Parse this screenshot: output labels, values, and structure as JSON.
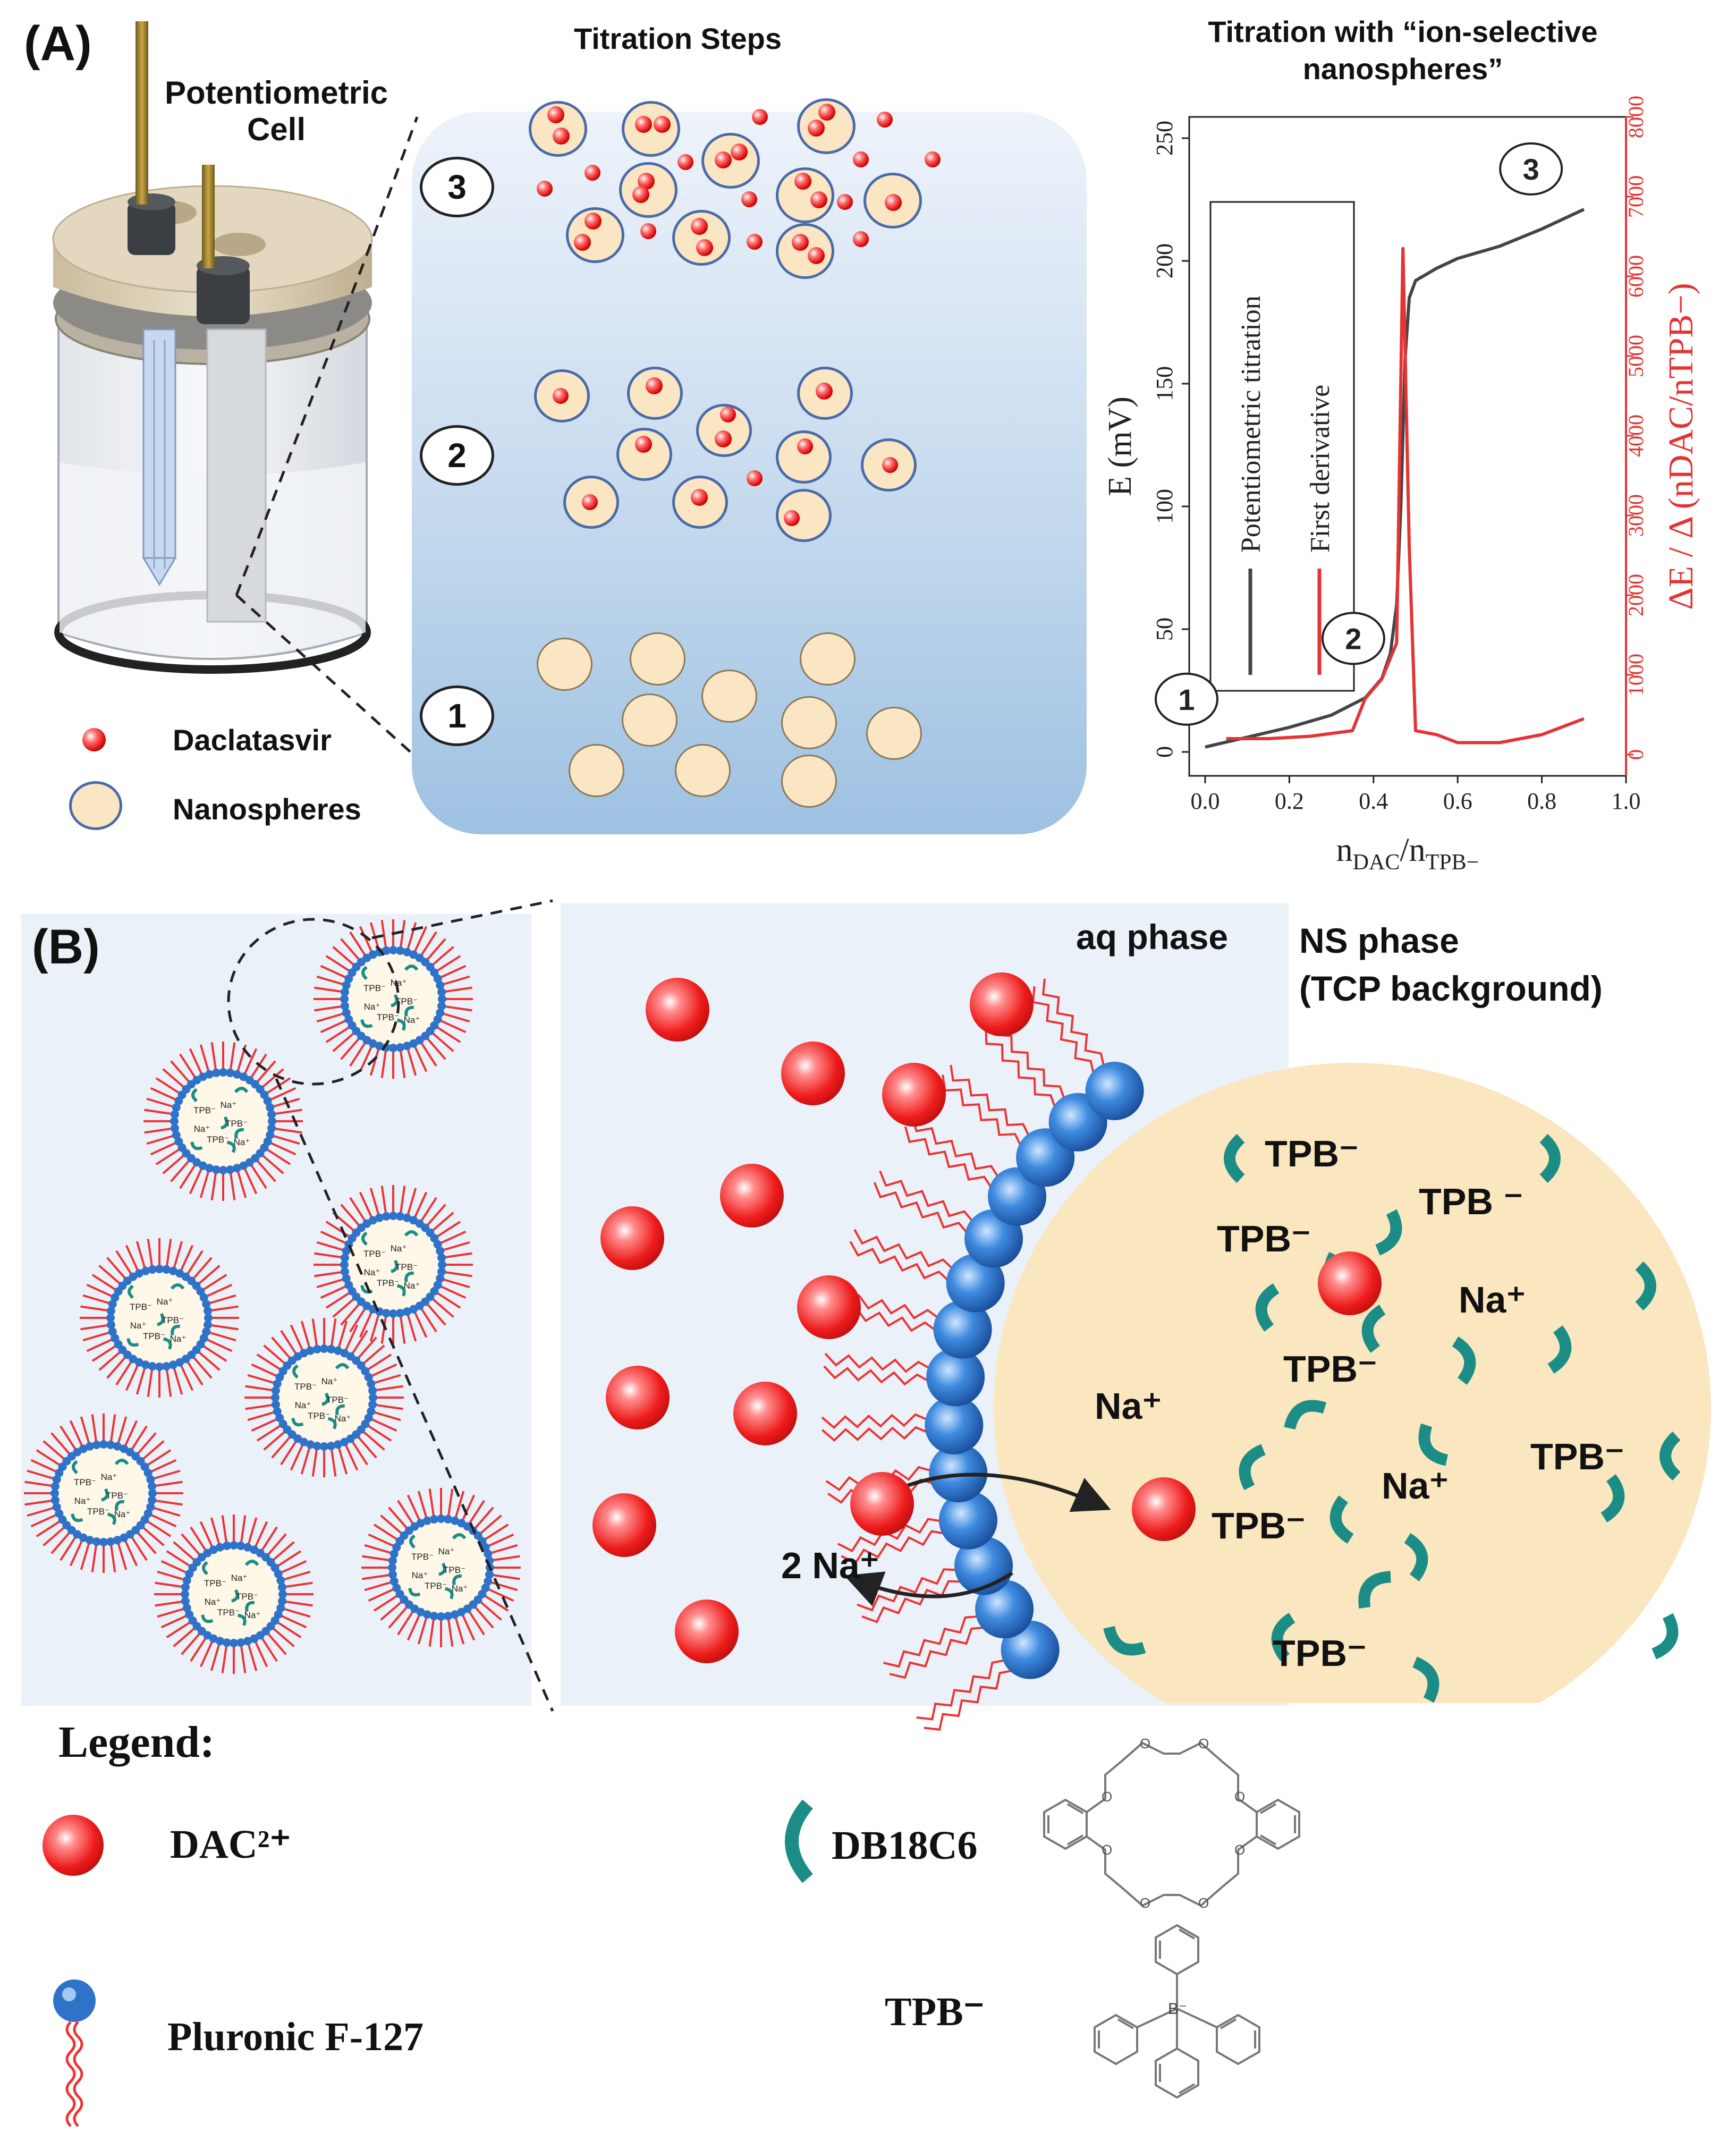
{
  "panel_a": {
    "label": "(A)",
    "cell_label_line1": "Potentiometric",
    "cell_label_line2": "Cell",
    "steps_title": "Titration Steps",
    "step_numbers": [
      "3",
      "2",
      "1"
    ],
    "legend": {
      "daclatasvir": "Daclatasvir",
      "nanospheres": "Nanospheres"
    },
    "chart_title_line1": "Titration with “ion-selective",
    "chart_title_line2": "nanospheres”"
  },
  "chart_data": {
    "type": "line",
    "title": "Titration with “ion-selective nanospheres”",
    "xlabel": "nDAC/nTPB−",
    "ylabel": "E (mV)",
    "y2label": "ΔE / Δ (nDAC/nTPB−)",
    "xlim": [
      0.0,
      1.0
    ],
    "ylim": [
      0,
      250
    ],
    "y2lim": [
      0,
      8000
    ],
    "x_ticks": [
      "0.0",
      "0.2",
      "0.4",
      "0.6",
      "0.8",
      "1.0"
    ],
    "y_ticks": [
      "0",
      "50",
      "100",
      "150",
      "200",
      "250"
    ],
    "y2_ticks": [
      "0",
      "1000",
      "2000",
      "3000",
      "4000",
      "5000",
      "6000",
      "7000",
      "8000"
    ],
    "legend_position": "top-left (rotated)",
    "point_labels": [
      "1",
      "2",
      "3"
    ],
    "series": [
      {
        "name": "Potentiometric titration",
        "axis": "left",
        "color": "#444444",
        "x": [
          0.0,
          0.1,
          0.2,
          0.3,
          0.38,
          0.42,
          0.44,
          0.455,
          0.465,
          0.475,
          0.485,
          0.5,
          0.55,
          0.6,
          0.7,
          0.8,
          0.9
        ],
        "y": [
          2,
          6,
          10,
          15,
          22,
          30,
          40,
          60,
          100,
          160,
          185,
          192,
          197,
          201,
          206,
          213,
          221
        ]
      },
      {
        "name": "First derivative",
        "axis": "right",
        "color": "#e53333",
        "x": [
          0.05,
          0.15,
          0.25,
          0.35,
          0.38,
          0.42,
          0.455,
          0.47,
          0.485,
          0.5,
          0.55,
          0.6,
          0.7,
          0.8,
          0.9
        ],
        "y": [
          200,
          200,
          230,
          300,
          700,
          950,
          1400,
          6350,
          2600,
          300,
          250,
          150,
          150,
          250,
          450
        ]
      }
    ]
  },
  "panel_b": {
    "label": "(B)",
    "aq_phase": "aq phase",
    "ns_phase_line1": "NS phase",
    "ns_phase_line2": "(TCP background)",
    "tpb_labels": [
      "TPB⁻",
      "TPB ⁻",
      "TPB⁻",
      "TPB⁻",
      "TPB⁻",
      "TPB⁻",
      "TPB⁻"
    ],
    "na_labels": [
      "Na⁺",
      "Na⁺",
      "Na⁺"
    ],
    "exchange_label": "2 Na⁺",
    "mini_tpb": "TPB⁻",
    "mini_na": "Na⁺"
  },
  "legend": {
    "title": "Legend:",
    "dac": "DAC²⁺",
    "pluronic": "Pluronic F-127",
    "db18c6": "DB18C6",
    "tpb": "TPB⁻",
    "tpb_boron": "B⁻"
  },
  "colors": {
    "dac_red": "#e01919",
    "pluronic_blue": "#2f73c9",
    "crown_teal": "#1b8c86",
    "ns_fill": "#fbe6c3",
    "panel_bg": "#eaf1f9",
    "derivative_red": "#e53333"
  }
}
